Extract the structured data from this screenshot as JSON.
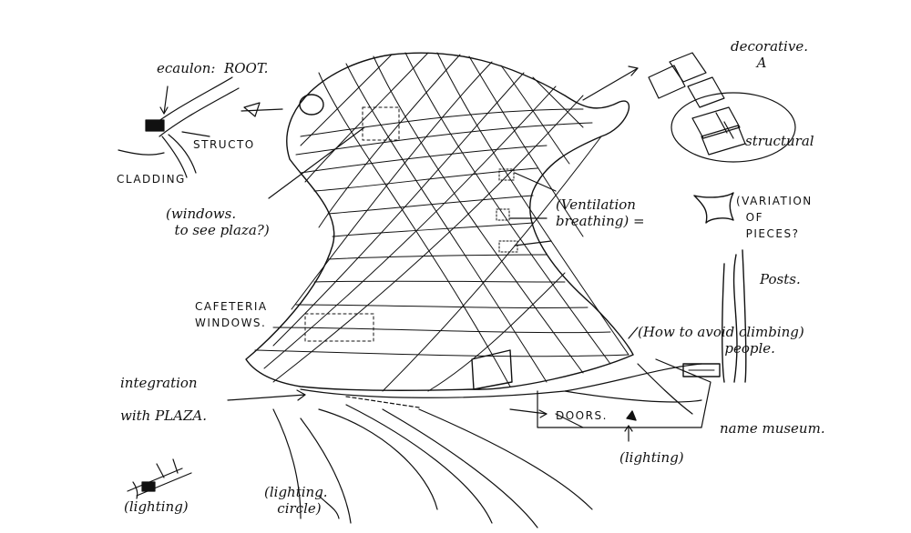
{
  "sketch": {
    "labels": {
      "ecaulon_root": "ecaulon:  ROOT.",
      "structo": "STRUCTO",
      "cladding": "CLADDING",
      "windows_plaza": "(windows.\n  to see plaza?)",
      "cafeteria": "CAFETERIA\nWINDOWS.",
      "integration": "integration\n\nwith PLAZA.",
      "lighting_left": "(lighting)",
      "lighting_circle": "(lighting.\n   circle)",
      "decorative": "decorative.\n      A",
      "structural": "structural",
      "ventilation": "(Ventilation\nbreathing) =",
      "variation": "(VARIATION\n  OF\n  PIECES?",
      "posts": "Posts.",
      "climbing": "(How to avoid climbing)\n                    people.",
      "doors": "DOORS.",
      "name_museum": "name museum.",
      "lighting_right": "(lighting)"
    },
    "colors": {
      "ink": "#111111",
      "paper": "#ffffff"
    }
  }
}
